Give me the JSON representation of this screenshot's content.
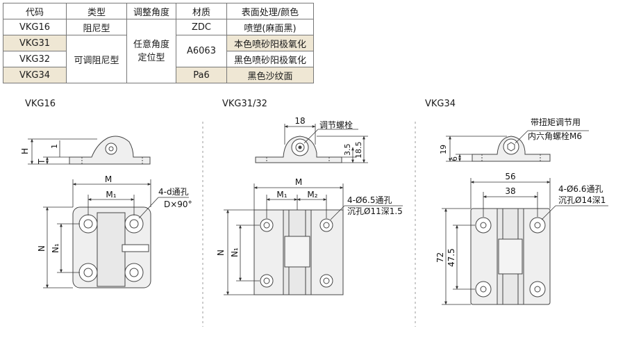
{
  "table": {
    "headers": [
      "代码",
      "类型",
      "调整角度",
      "材质",
      "表面处理/颜色"
    ],
    "rows": [
      {
        "code": "VKG16",
        "type": "阻尼型",
        "material": "ZDC",
        "finish": "喷塑(麻面黑)"
      },
      {
        "code": "VKG31",
        "finish": "本色喷砂阳极氧化"
      },
      {
        "code": "VKG32",
        "type": "可调阻尼型",
        "material": "A6063",
        "finish": "黑色喷砂阳极氧化"
      },
      {
        "code": "VKG34",
        "material": "Pa6",
        "finish": "黑色沙纹面"
      }
    ],
    "angle": [
      "任意角度",
      "定位型"
    ]
  },
  "views": {
    "vkg16": {
      "title": "VKG16",
      "dims": {
        "H": "H",
        "T": "T",
        "one": "1",
        "M": "M",
        "M1": "M₁",
        "N": "N",
        "N1": "N₁"
      },
      "note1": "4-d通孔",
      "note2": "D×90°"
    },
    "vkg3132": {
      "title": "VKG31/32",
      "dims": {
        "top": "18",
        "h1": "3.5",
        "h2": "18.5",
        "M": "M",
        "M1": "M₁",
        "M2": "M₂",
        "N": "N",
        "N1": "N₁"
      },
      "screw": "调节螺栓",
      "note1": "4-Ø6.5通孔",
      "note2": "沉孔Ø11深1.5"
    },
    "vkg34": {
      "title": "VKG34",
      "dims": {
        "h1": "19",
        "h2": "6",
        "w1": "56",
        "w2": "38",
        "v1": "72",
        "v2": "47.5"
      },
      "screw1": "带扭矩调节用",
      "screw2": "内六角螺栓M6",
      "note1": "4-Ø6.6通孔",
      "note2": "沉孔Ø14深1"
    }
  },
  "colors": {
    "highlight": "#efe7d4",
    "part_fill": "#efefef",
    "line": "#333333"
  }
}
